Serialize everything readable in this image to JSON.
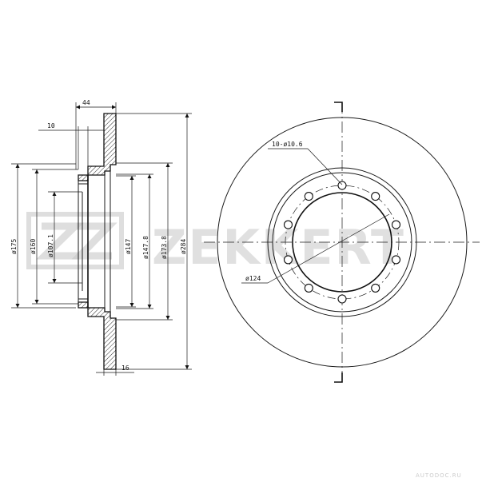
{
  "watermark": {
    "brand": "ZEKKERT",
    "footer": "AUTODOC.RU"
  },
  "section_view": {
    "dims": {
      "d44": "44",
      "d10": "10",
      "d16": "16",
      "d175": "ø175",
      "d160": "ø160",
      "d107": "ø107.1",
      "d147": "ø147",
      "d147_8": "ø147.8",
      "d173_8": "ø173.8",
      "d284": "ø284"
    }
  },
  "front_view": {
    "labels": {
      "holes": "10-ø10.6",
      "pcd": "ø124"
    },
    "bolt_hole_count": 10
  }
}
